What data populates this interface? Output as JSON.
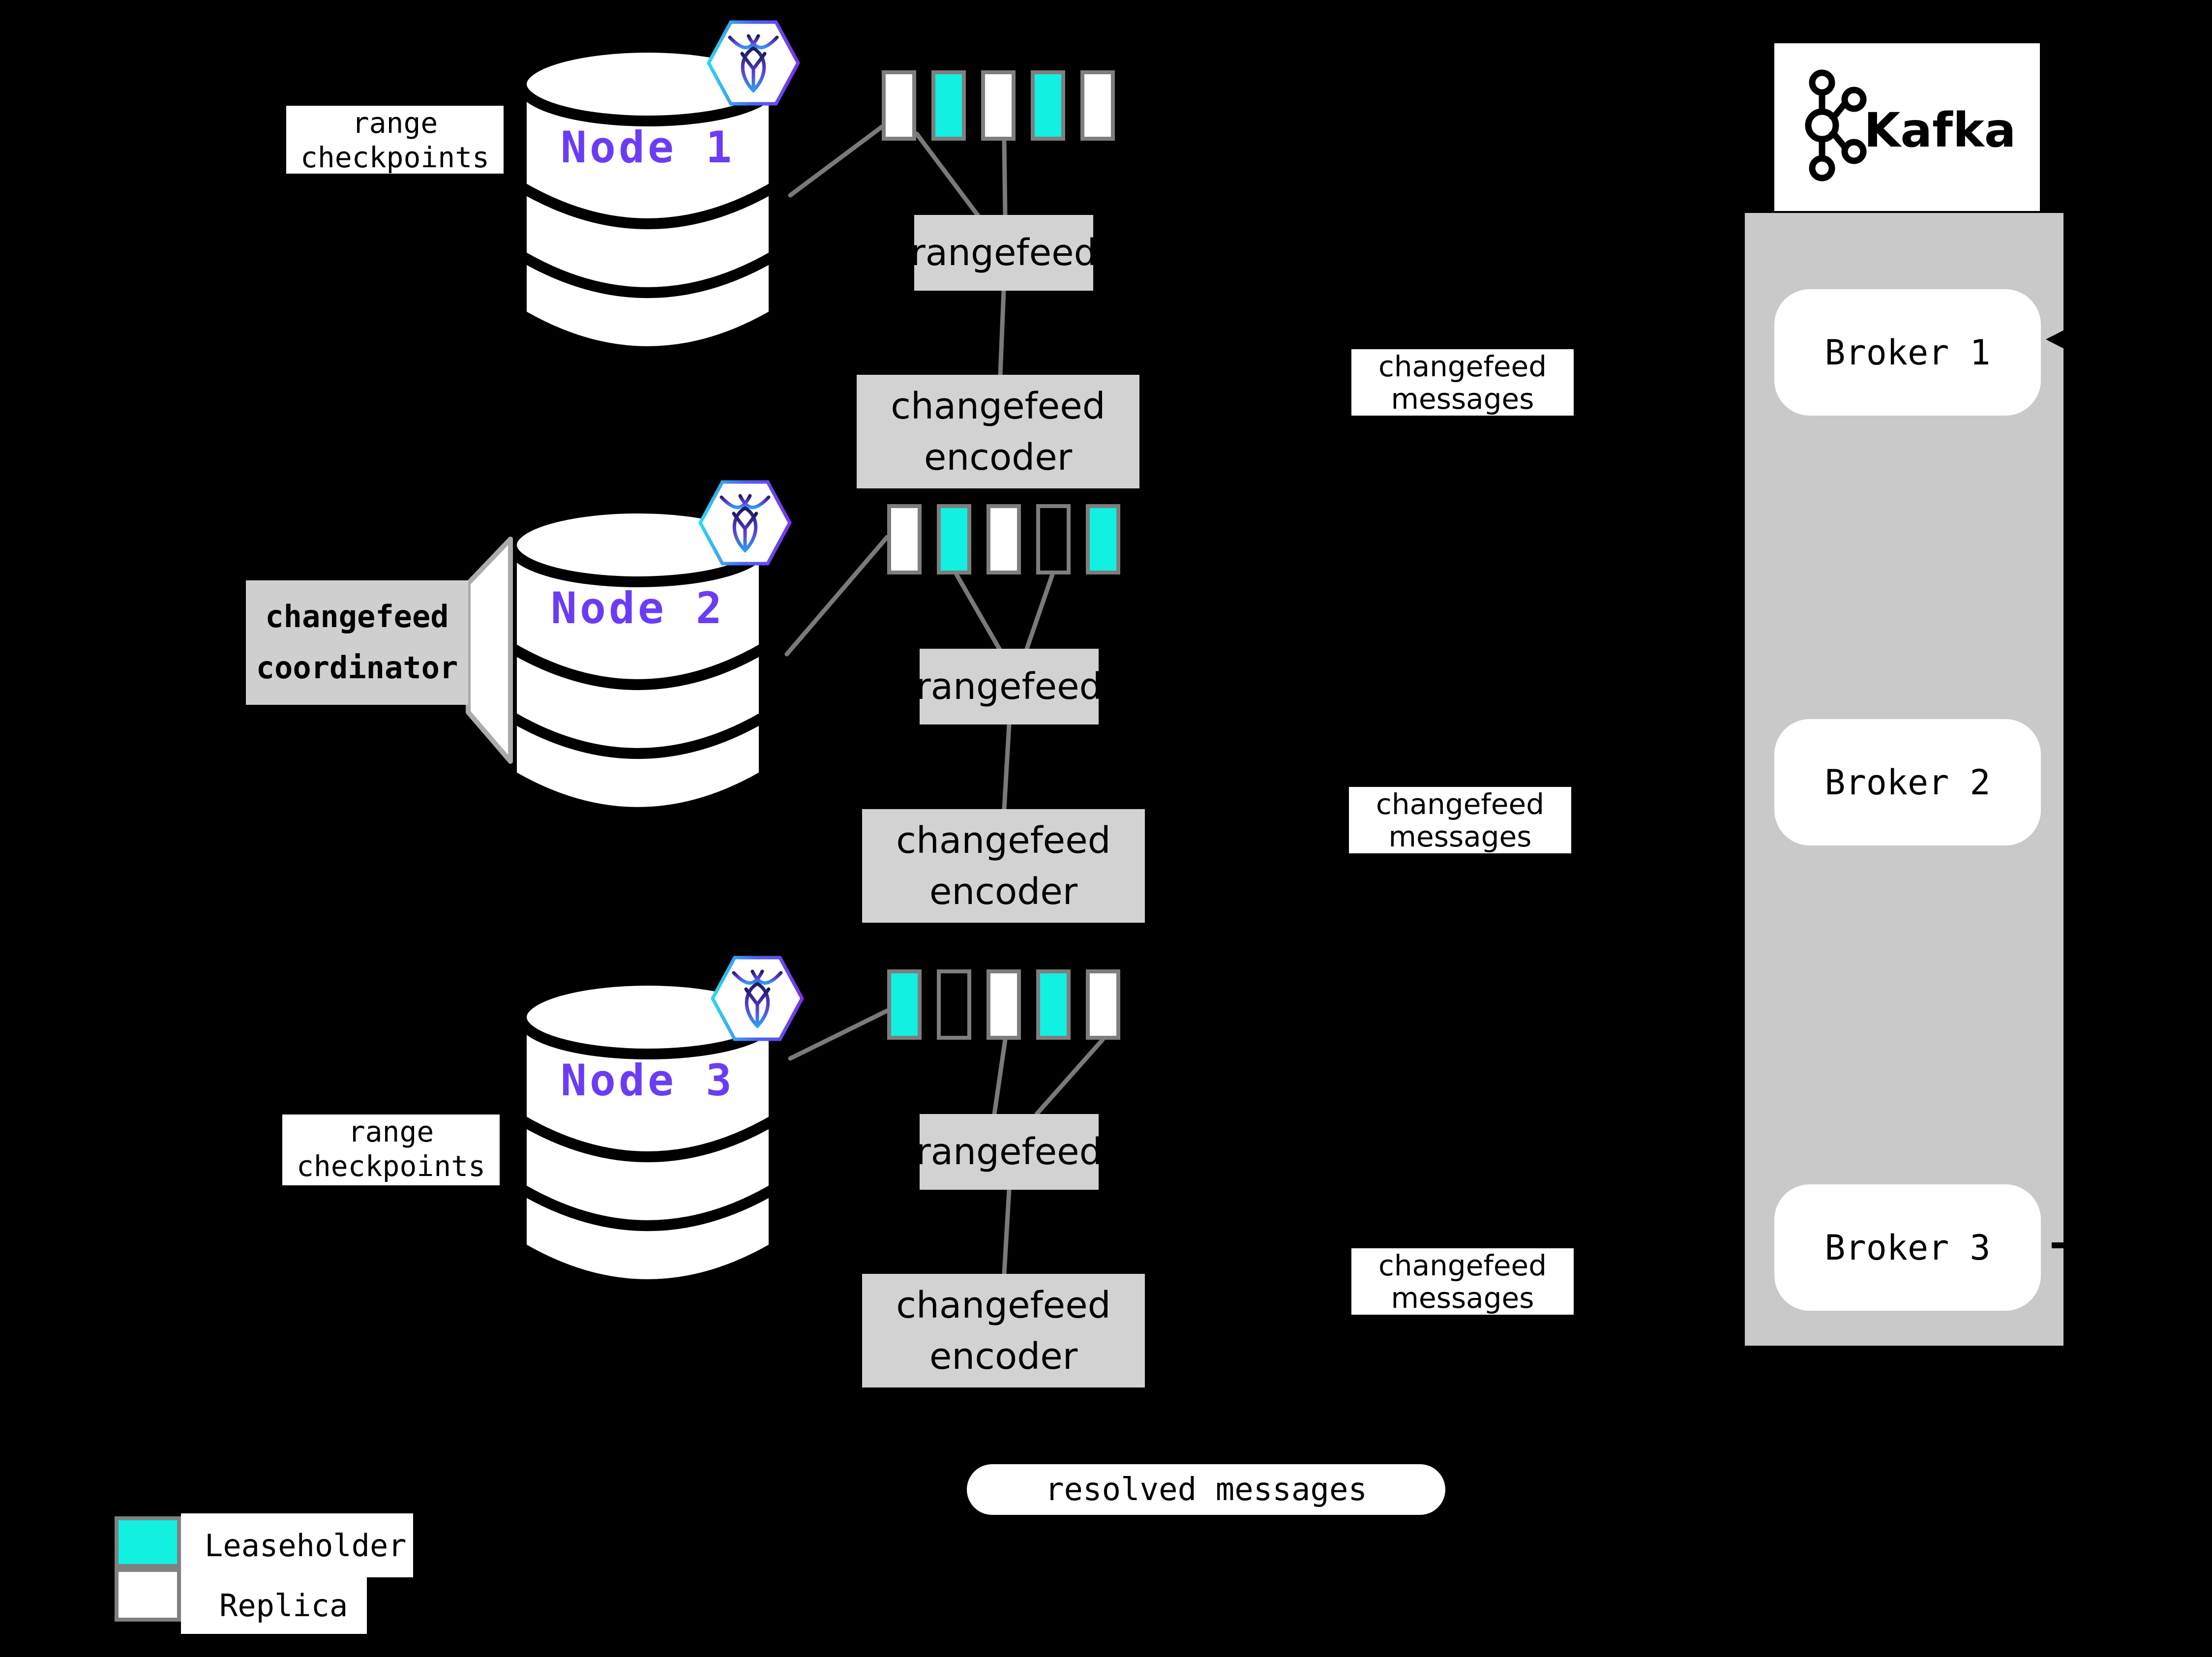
{
  "colors": {
    "background": "#000000",
    "leaseholder": "#12F0E1",
    "replica": "#FFFFFF",
    "node_label": "#6B3CF5",
    "range_border": "#7E7E7E",
    "connector": "#7A7A7A",
    "process_box": "#D2D2D2",
    "kafka_container": "#C9C9C9"
  },
  "nodes": [
    {
      "name": "Node 1",
      "checkpoints": {
        "line1": "range",
        "line2": "checkpoints"
      },
      "ranges": [
        "replica",
        "leaseholder",
        "replica",
        "leaseholder",
        "replica"
      ],
      "rangefeed": "rangefeed",
      "encoder": {
        "line1": "changefeed",
        "line2": "encoder"
      },
      "messages": {
        "line1": "changefeed",
        "line2": "messages"
      }
    },
    {
      "name": "Node 2",
      "coordinator": {
        "line1": "changefeed",
        "line2": "coordinator"
      },
      "ranges": [
        "replica",
        "leaseholder",
        "replica",
        "none",
        "leaseholder"
      ],
      "rangefeed": "rangefeed",
      "encoder": {
        "line1": "changefeed",
        "line2": "encoder"
      },
      "messages": {
        "line1": "changefeed",
        "line2": "messages"
      }
    },
    {
      "name": "Node 3",
      "checkpoints": {
        "line1": "range",
        "line2": "checkpoints"
      },
      "ranges": [
        "leaseholder",
        "none",
        "replica",
        "leaseholder",
        "replica"
      ],
      "rangefeed": "rangefeed",
      "encoder": {
        "line1": "changefeed",
        "line2": "encoder"
      },
      "messages": {
        "line1": "changefeed",
        "line2": "messages"
      }
    }
  ],
  "kafka": {
    "title": "Kafka",
    "brokers": [
      {
        "label": "Broker 1"
      },
      {
        "label": "Broker 2"
      },
      {
        "label": "Broker 3"
      }
    ]
  },
  "resolved_pill": "resolved messages",
  "legend": {
    "items": [
      {
        "label": "Leaseholder",
        "role": "leaseholder"
      },
      {
        "label": "Replica",
        "role": "replica"
      }
    ]
  }
}
